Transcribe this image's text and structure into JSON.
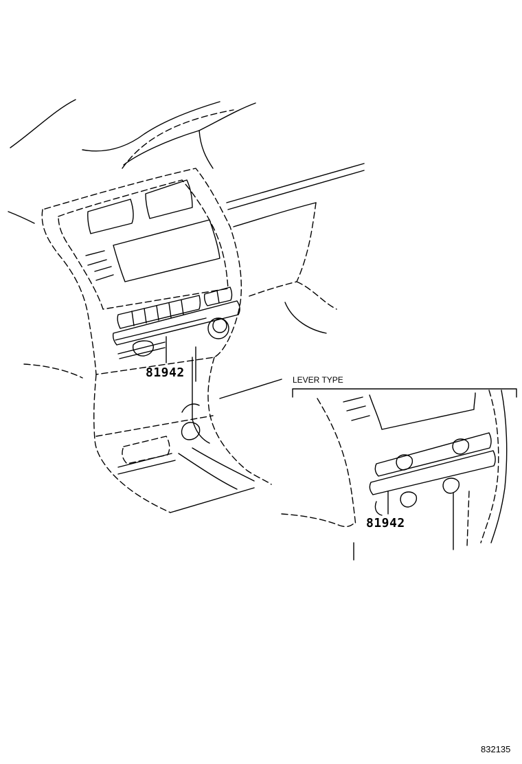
{
  "main_view": {
    "part_label": "81942"
  },
  "inset_view": {
    "title": "LEVER TYPE",
    "part_label": "81942"
  },
  "reference_code": "832135"
}
